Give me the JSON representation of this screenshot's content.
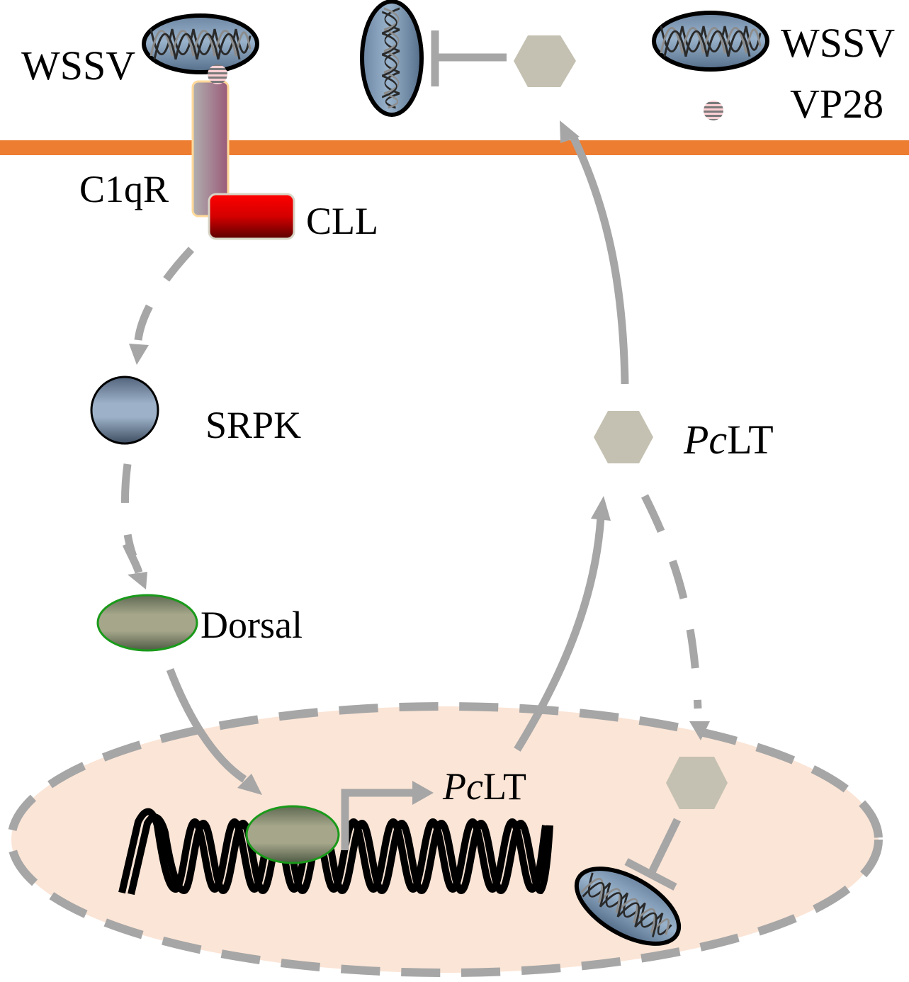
{
  "title": "CLL–C1qR–SRPK–Dorsal–PcLT antiviral signaling pathway",
  "colors": {
    "membrane": "#ed7d31",
    "arrow": "#a6a6a6",
    "nucleus_fill": "#fbe5d6",
    "nucleus_border": "#a6a6a6",
    "hexagon": "#c4c1b2",
    "virion_fill": "#8fa9c4",
    "srpk_fill": "#9db2c9",
    "dorsal_fill": "#a5a68a",
    "dorsal_border": "#1a9a1a",
    "cll_fill": "#e00000",
    "c1qr_fill": "#a4788e"
  },
  "labels": {
    "wssv_left": "WSSV",
    "wssv_right": "WSSV",
    "vp28": "VP28",
    "c1qr": "C1qR",
    "cll": "CLL",
    "srpk": "SRPK",
    "dorsal": "Dorsal",
    "pclt_cyto_italic": "Pc",
    "pclt_cyto_rest": "LT",
    "pclt_nuc_italic": "Pc",
    "pclt_nuc_rest": "LT"
  },
  "legend": [
    {
      "icon": "wssv-virion-icon",
      "label": "WSSV"
    },
    {
      "icon": "vp28-protein-icon",
      "label": "VP28"
    }
  ],
  "relations": [
    {
      "from": "CLL",
      "to": "SRPK",
      "type": "dashed-activation"
    },
    {
      "from": "SRPK",
      "to": "Dorsal",
      "type": "dashed-activation"
    },
    {
      "from": "Dorsal",
      "to": "PcLT gene",
      "type": "activation"
    },
    {
      "from": "PcLT gene",
      "to": "PcLT",
      "type": "activation"
    },
    {
      "from": "PcLT",
      "to": "extracellular PcLT",
      "type": "activation"
    },
    {
      "from": "extracellular PcLT",
      "to": "WSSV",
      "type": "inhibition"
    },
    {
      "from": "PcLT",
      "to": "nuclear PcLT",
      "type": "dashed-activation"
    },
    {
      "from": "nuclear PcLT",
      "to": "WSSV",
      "type": "inhibition"
    }
  ]
}
